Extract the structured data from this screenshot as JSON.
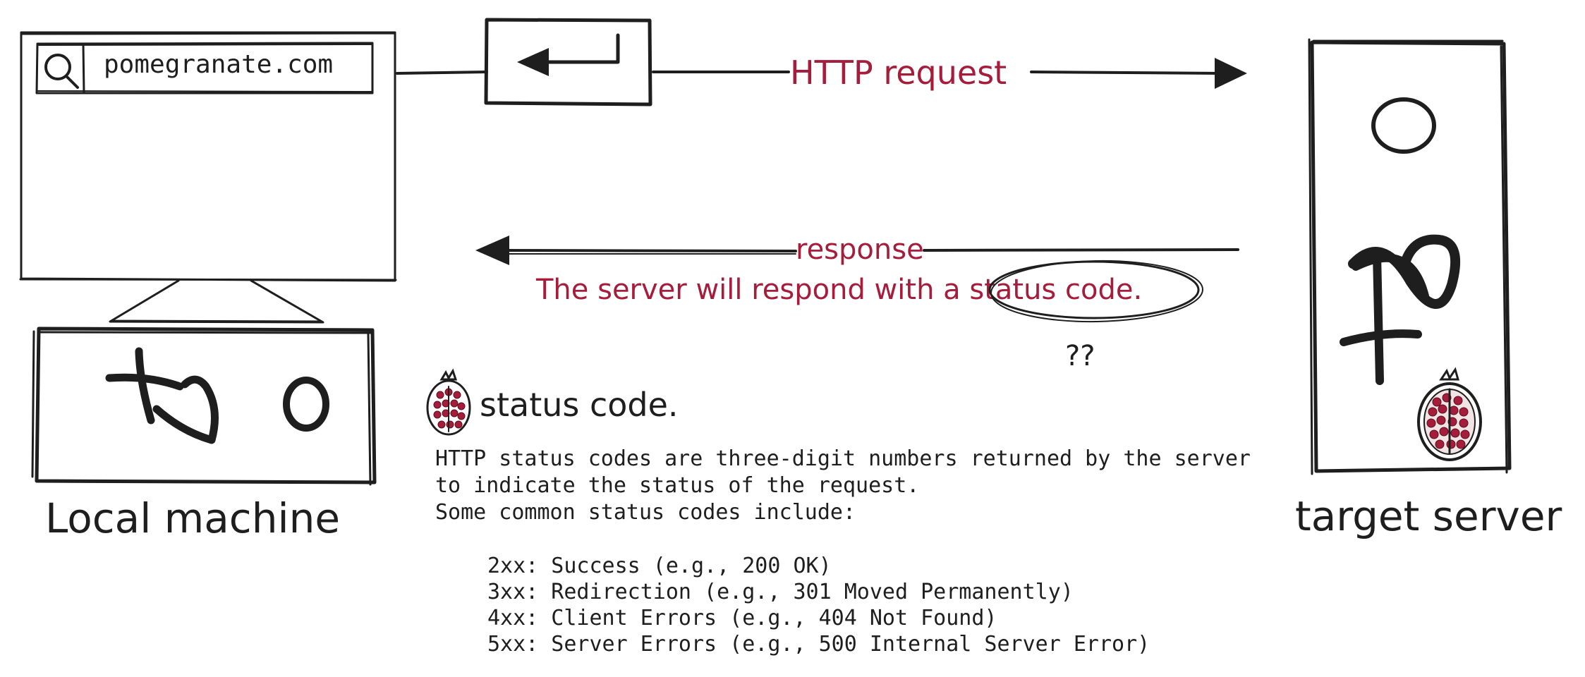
{
  "browser": {
    "url": "pomegranate.com"
  },
  "labels": {
    "local_machine": "Local machine",
    "target_server": "target server"
  },
  "arrows": {
    "request": "HTTP request",
    "response": "response"
  },
  "notes": {
    "response_line_prefix": "The server will respond with a ",
    "response_line_highlight": "status code.",
    "question": "??"
  },
  "section": {
    "title": "status code.",
    "description_lines": [
      "HTTP status codes are three-digit numbers returned by the server",
      "to indicate the status of the request.",
      "Some common status codes include:"
    ],
    "codes": [
      "2xx: Success (e.g., 200 OK)",
      "3xx: Redirection (e.g., 301 Moved Permanently)",
      "4xx: Client Errors (e.g., 404 Not Found)",
      "5xx: Server Errors (e.g., 500 Internal Server Error)"
    ]
  },
  "colors": {
    "ink": "#1e1e1e",
    "accent": "#a51d3a",
    "background": "#ffffff"
  },
  "icons": {
    "search": "search-icon",
    "enter": "enter-key-icon",
    "pomegranate": "pomegranate-icon"
  }
}
